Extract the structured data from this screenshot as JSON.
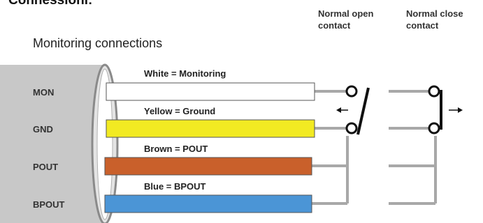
{
  "page_heading": "Connessioni:",
  "section_title": "Monitoring connections",
  "contacts": {
    "normal_open": [
      "Normal open",
      "contact"
    ],
    "normal_close": [
      "Normal close",
      "contact"
    ]
  },
  "pins": [
    {
      "label": "MON"
    },
    {
      "label": "GND"
    },
    {
      "label": "POUT"
    },
    {
      "label": "BPOUT"
    }
  ],
  "wires": [
    {
      "label": "White = Monitoring",
      "color": "#ffffff"
    },
    {
      "label": "Yellow = Ground",
      "color": "#f2ea22"
    },
    {
      "label": "Brown = POUT",
      "color": "#c9602b"
    },
    {
      "label": "Blue = BPOUT",
      "color": "#4b95d6"
    }
  ],
  "colors": {
    "cable_jacket": "#c8c8c8",
    "connector_line": "#a8a8a8",
    "switch": "#111111",
    "wire_outline": "#555555"
  }
}
